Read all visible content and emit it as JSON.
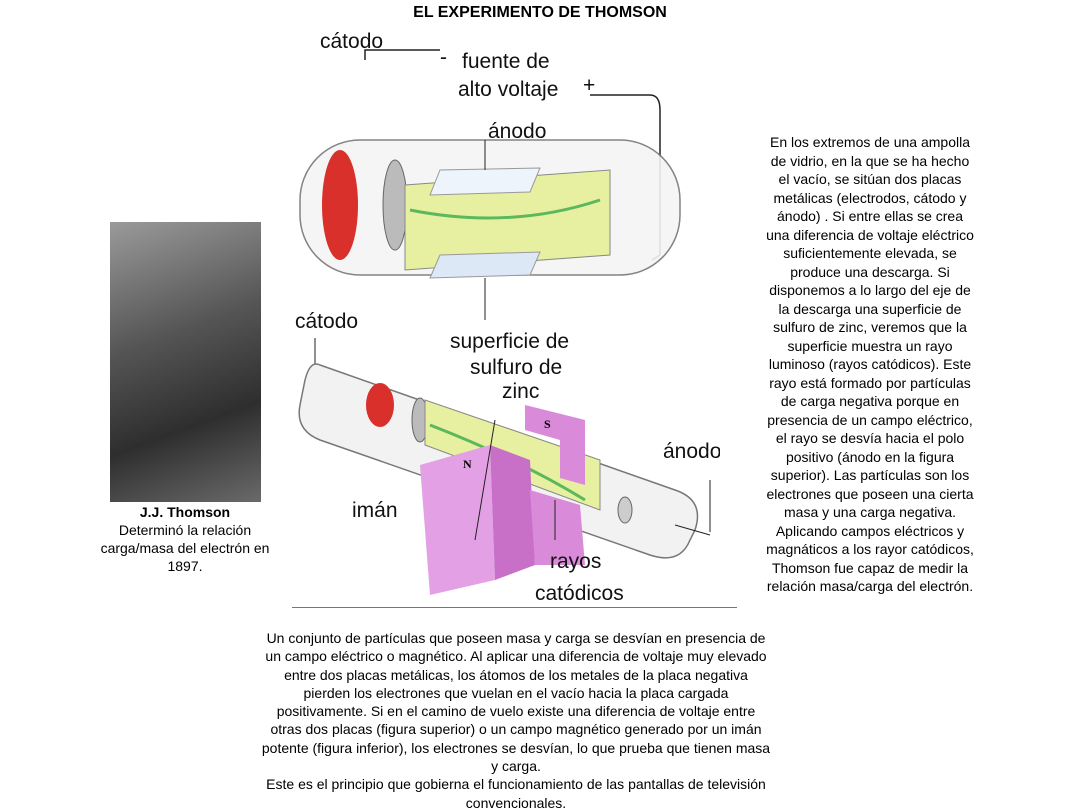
{
  "title": "EL EXPERIMENTO DE THOMSON",
  "diagram": {
    "top": {
      "cathode": "cátodo",
      "minus": "-",
      "source_line1": "fuente de",
      "source_line2": "alto voltaje",
      "plus": "+",
      "anode": "ánodo"
    },
    "bottom": {
      "cathode": "cátodo",
      "zinc_line1": "superficie de",
      "zinc_line2": "sulfuro de",
      "zinc_line3": "zinc",
      "anode": "ánodo",
      "magnet": "imán",
      "pole_n": "N",
      "pole_s": "S",
      "rays_line1": "rayos",
      "rays_line2": "catódicos"
    }
  },
  "portrait": {
    "name": "J.J. Thomson",
    "caption": "Determinó la relación carga/masa del electrón en 1897."
  },
  "right_text": "En los extremos de una ampolla de vidrio, en la que se ha hecho el vacío, se sitúan dos placas metálicas (electrodos, cátodo y ánodo) . Si entre ellas se crea una diferencia de voltaje eléctrico suficientemente elevada, se produce una descarga. Si disponemos a lo largo del eje de la descarga una superficie de sulfuro de zinc, veremos que la superficie muestra un rayo luminoso (rayos catódicos). Este rayo está formado por partículas de carga negativa porque en presencia de un campo eléctrico, el rayo se desvía hacia el polo positivo (ánodo en la figura superior). Las partículas son los electrones que poseen una cierta masa y una carga negativa. Aplicando campos eléctricos y magnáticos a los rayor catódicos, Thomson fue capaz de medir la relación masa/carga del electrón.",
  "bottom_text": {
    "p1": "Un conjunto de partículas que poseen masa y carga se desvían en presencia de un campo eléctrico o magnético. Al aplicar una diferencia de voltaje muy elevado entre dos placas metálicas, los átomos de los metales de la placa negativa pierden los electrones que vuelan en el vacío hacia la placa cargada positivamente. Si en el camino de vuelo existe una diferencia de voltaje entre otras dos placas (figura superior) o un campo magnético generado por un imán potente (figura inferior), los electrones se desvían, lo que prueba que tienen masa y carga.",
    "p2": "Este es el principio que gobierna el funcionamiento de las pantallas de televisión convencionales."
  }
}
